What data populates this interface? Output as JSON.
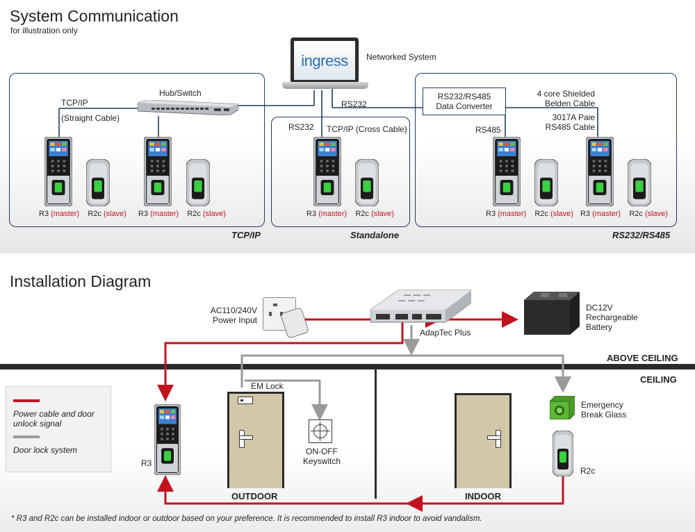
{
  "system": {
    "title": "System Communication",
    "subtitle": "for illustration only",
    "laptop_brand": "ingress",
    "networked_label": "Networked System",
    "hub_label": "Hub/Switch",
    "tcpip_label": "TCP/IP",
    "straight_cable_label": "(Straight Cable)",
    "rs232_label": "RS232",
    "rs232_left_label": "RS232",
    "cross_cable_label": "TCP/IP (Cross Cable)",
    "converter_label": "RS232/RS485\nData  Converter",
    "shield_label": "4 core Shielded\nBelden Cable",
    "paie_label": "3017A Paie\nRS485 Cable",
    "rs485_label": "RS485",
    "master_name": "R3",
    "master_role": "(master)",
    "slave_name": "R2c",
    "slave_role": "(slave)",
    "group_tcpip": "TCP/IP",
    "group_standalone": "Standalone",
    "group_rs": "RS232/RS485"
  },
  "install": {
    "title": "Installation Diagram",
    "power_input": "AC110/240V\nPower Input",
    "adaptec": "AdapTec Plus",
    "battery": "DC12V\nRechargeable\nBattery",
    "above_ceiling": "ABOVE CEILING",
    "ceiling": "CEILING",
    "em_lock": "EM Lock",
    "keyswitch": "ON-OFF\nKeyswitch",
    "emergency": "Emergency\nBreak Glass",
    "r3": "R3",
    "r2c": "R2c",
    "outdoor": "OUTDOOR",
    "indoor": "INDOOR",
    "legend_power": "Power cable and door\nunlock signal",
    "legend_lock": "Door lock system",
    "legend_power_color": "#c1121f",
    "legend_lock_color": "#9a9a9a",
    "footnote": "* R3 and R2c can be installed indoor or outdoor based on your preference. It is recommended to install R3 indoor to avoid vandalism."
  }
}
